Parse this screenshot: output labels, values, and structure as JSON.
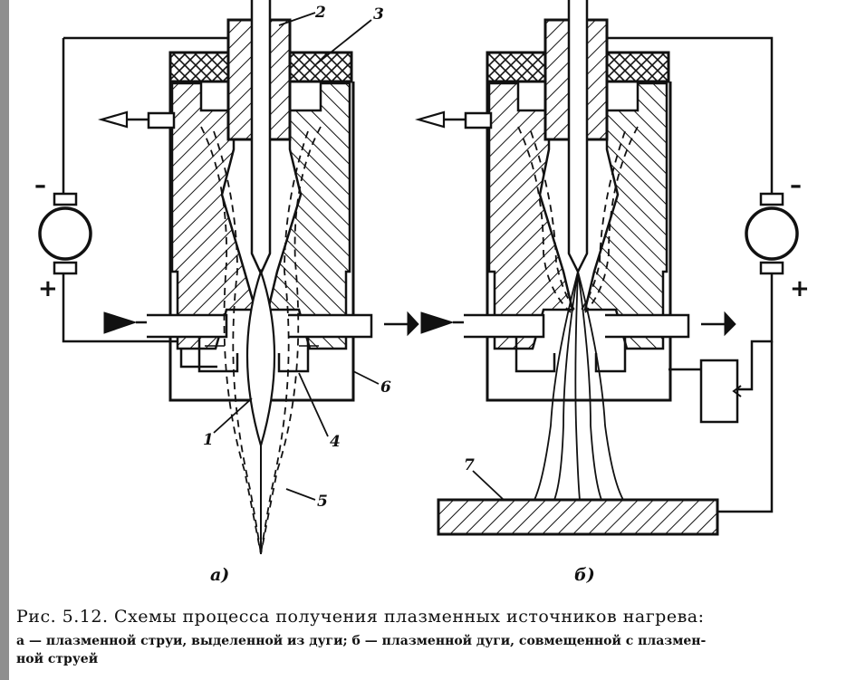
{
  "labels": {
    "n1": "1",
    "n2": "2",
    "n3": "3",
    "n4": "4",
    "n5": "5",
    "n6": "6",
    "n7": "7",
    "sub_a": "а)",
    "sub_b": "б)",
    "minus_left": "–",
    "plus_left": "+",
    "minus_right": "–",
    "plus_right": "+"
  },
  "caption": {
    "line1": "Рис. 5.12. Схемы процесса получения плазменных источников нагрева:",
    "line2": "а — плазменной струи, выделенной из дуги; б — плазменной дуги, совмещенной с плазмен-",
    "line3": "ной струей"
  },
  "colors": {
    "ink": "#111111",
    "paper": "#ffffff"
  }
}
